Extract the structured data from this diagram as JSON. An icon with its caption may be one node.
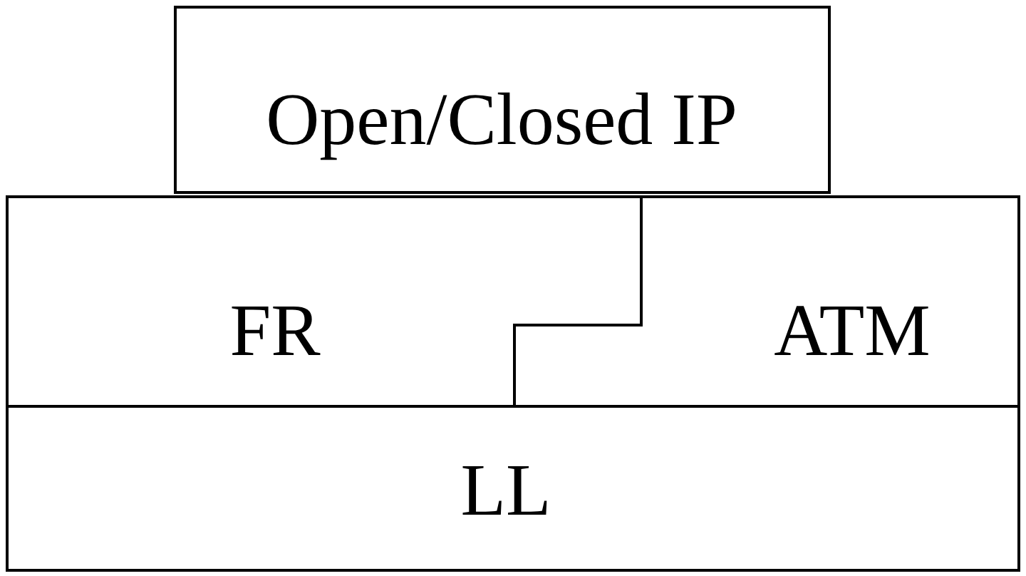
{
  "diagram": {
    "nodes": [
      {
        "text": [
          "Open/Closed IP"
        ]
      },
      {
        "text": [
          "FR"
        ]
      },
      {
        "text": [
          "ATM"
        ]
      },
      {
        "text": [
          "LL"
        ]
      }
    ]
  }
}
